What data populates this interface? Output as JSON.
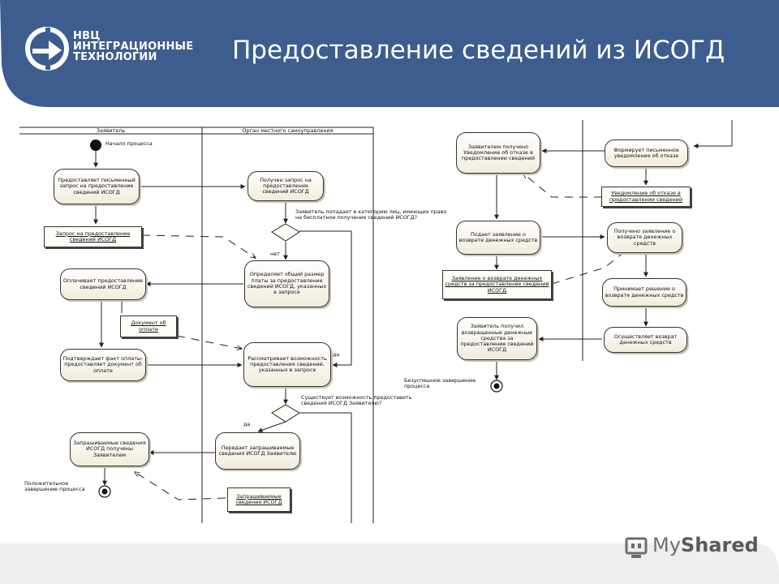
{
  "header": {
    "title": "Предоставление сведений из ИСОГД",
    "logo": {
      "line1": "НВЦ",
      "line2": "ИНТЕГРАЦИОННЫЕ",
      "line3": "ТЕХНОЛОГИИ",
      "icon": "nvc-logo-icon"
    },
    "colors": {
      "bar": "#3d5d8e",
      "text": "#ffffff"
    }
  },
  "lanes": {
    "applicant": "Заявитель",
    "authority": "Орган местного самоуправления"
  },
  "nodes": {
    "start_label": "Начало процесса",
    "n1": "Предоставляет письменный запрос на предоставление сведений ИСОГД",
    "n2": "Получен запрос на предоставление сведений ИСОГД",
    "d1": "Заявитель попадает в категорию лиц, имеющих право на бесплатное получение сведений ИСОГД?",
    "no1": "нет",
    "yes1": "да",
    "o1": "Запрос на предоставление сведений ИСОГД",
    "n3": "Оплачивает предоставление сведений ИСОГД",
    "n4": "Определяет общий размер платы за предоставление сведений ИСОГД, указанных в запросе",
    "o2": "Документ об оплате",
    "n5": "Подтверждает факт оплаты-предоставляет документ об оплате",
    "n6": "Рассматривает возможность предоставления сведений, указанных в запросе",
    "d2": "Существует возможность предоставить сведения ИСОГД Заявителю?",
    "yes2": "да",
    "n7": "Запрашиваемые сведения ИСОГД получены Заявителем",
    "n8": "Передает запрашиваемые сведения ИСОГД Заявителю",
    "end1_label": "Положительное завершение процесса",
    "o3": "Запрашиваемые сведения ИСОГД",
    "r1": "Заявителем получено Уведомление об отказе в предоставлении сведений",
    "r2": "Формирует письменное уведомление об отказе",
    "o4": "Уведомление об отказе в предоставлении сведений",
    "r3": "Подает заявление о возврате денежных средств",
    "r4": "Получено заявление о возврате денежных средств",
    "o5": "Заявление о возврате денежных средств за предоставление сведений ИСОГД",
    "r5": "Принимает решение о возврате денежных средств",
    "r6": "Заявитель получил возвращенные денежные средства за предоставление сведений ИСОГД",
    "r7": "Осуществляет возврат денежных средств",
    "end2_label": "Безуспешное завершение процесса"
  },
  "footer": {
    "brand_light": "My",
    "brand_bold": "Shared",
    "icon": "myshared-logo-icon"
  }
}
